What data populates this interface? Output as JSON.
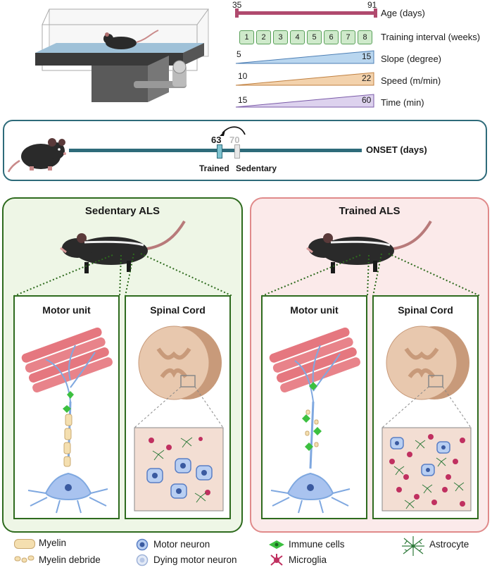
{
  "protocol": {
    "age": {
      "label": "Age (days)",
      "start": "35",
      "end": "91"
    },
    "training": {
      "label": "Training interval (weeks)",
      "weeks": [
        "1",
        "2",
        "3",
        "4",
        "5",
        "6",
        "7",
        "8"
      ]
    },
    "slope": {
      "label": "Slope (degree)",
      "start": "5",
      "end": "15",
      "color": "#b9d6ef"
    },
    "speed": {
      "label": "Speed (m/min)",
      "start": "10",
      "end": "22",
      "color": "#f3d2ac"
    },
    "time": {
      "label": "Time (min)",
      "start": "15",
      "end": "60",
      "color": "#ddd2ee"
    }
  },
  "onset": {
    "label": "ONSET (days)",
    "trained_day": "63",
    "sedentary_day": "70",
    "trained_label": "Trained",
    "sedentary_label": "Sedentary"
  },
  "panels": {
    "sedentary": {
      "title": "Sedentary ALS",
      "motor_unit": "Motor unit",
      "spinal_cord": "Spinal Cord",
      "color": "#2e6b1e",
      "bg": "#eef6e6"
    },
    "trained": {
      "title": "Trained ALS",
      "motor_unit": "Motor unit",
      "spinal_cord": "Spinal Cord",
      "color": "#e08a8a",
      "bg": "#fbeaea"
    }
  },
  "legend": {
    "myelin": "Myelin",
    "myelin_debris": "Myelin debride",
    "motor_neuron": "Motor neuron",
    "dying_motor_neuron": "Dying motor neuron",
    "immune_cells": "Immune cells",
    "microglia": "Microglia",
    "astrocyte": "Astrocyte"
  },
  "colors": {
    "timeline": "#2e6b7a",
    "age_bar": "#b04a6e",
    "training_box": "#cfeacb",
    "neuron": "#7fa8e0",
    "muscle": "#e5777f",
    "microglia": "#c03060",
    "astrocyte": "#2e7a3a",
    "immune": "#3cc040"
  }
}
